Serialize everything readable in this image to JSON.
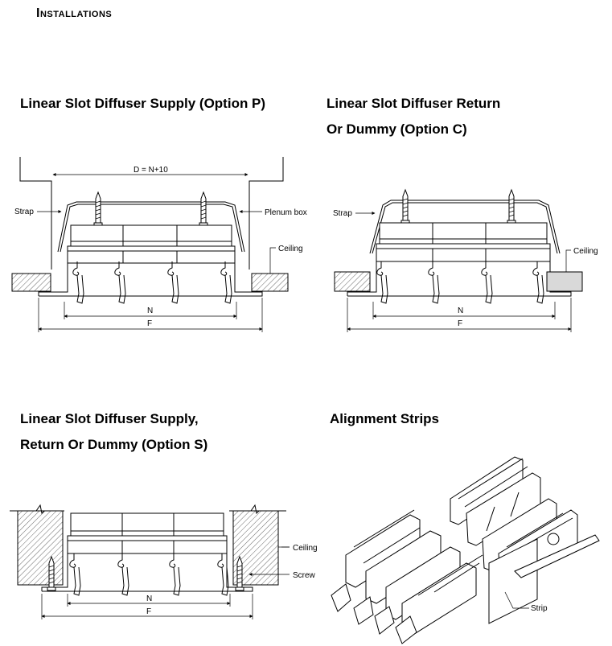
{
  "page": {
    "heading": "Installations"
  },
  "sections": {
    "option_p": {
      "title": "Linear Slot Diffuser Supply (Option P)",
      "labels": {
        "dimension_d": "D = N+10",
        "strap": "Strap",
        "plenum_box": "Plenum box",
        "ceiling": "Ceiling",
        "n": "N",
        "f": "F"
      }
    },
    "option_c": {
      "title_line1": "Linear Slot Diffuser Return",
      "title_line2": "Or Dummy (Option C)",
      "labels": {
        "strap": "Strap",
        "ceiling": "Ceiling",
        "n": "N",
        "f": "F"
      }
    },
    "option_s": {
      "title_line1": "Linear Slot Diffuser Supply,",
      "title_line2": "Return Or Dummy (Option S)",
      "labels": {
        "ceiling": "Ceiling",
        "screw": "Screw",
        "n": "N",
        "f": "F"
      }
    },
    "alignment": {
      "title": "Alignment Strips",
      "labels": {
        "strip": "Strip"
      }
    }
  }
}
